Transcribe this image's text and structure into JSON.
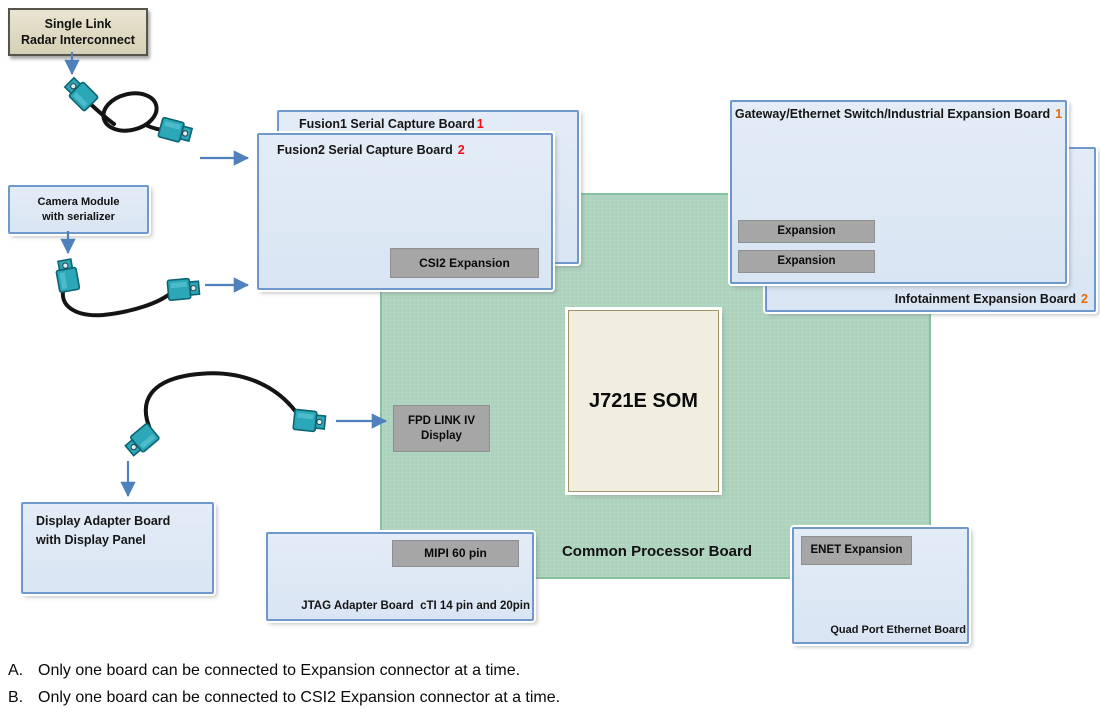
{
  "boxes": {
    "radar": {
      "line1": "Single Link",
      "line2": "Radar Interconnect"
    },
    "camera": {
      "line1": "Camera Module",
      "line2": "with serializer"
    },
    "display_adapter": {
      "line1": "Display Adapter Board",
      "line2": "with Display Panel"
    }
  },
  "fusion_stack": {
    "board1": {
      "title": "Fusion1 Serial Capture Board",
      "number": "1"
    },
    "board2": {
      "title": "Fusion2 Serial Capture Board",
      "number": "2"
    },
    "csi2_button": "CSI2 Expansion"
  },
  "gateway_stack": {
    "board1": {
      "title": "Gateway/Ethernet Switch/Industrial Expansion Board",
      "number": "1"
    },
    "board2": {
      "title": "Infotainment Expansion Board",
      "number": "2"
    },
    "expansion_buttons": [
      "Expansion",
      "Expansion"
    ]
  },
  "processor_board": {
    "label": "Common Processor Board",
    "som_label": "J721E SOM",
    "fpd_button": {
      "line1": "FPD LINK IV",
      "line2": "Display"
    }
  },
  "jtag_board": {
    "mipi_button": "MIPI 60 pin",
    "label": "JTAG Adapter Board  cTI 14 pin and 20pin"
  },
  "ethernet_board": {
    "enet_button": "ENET Expansion",
    "label": "Quad Port Ethernet Board"
  },
  "footnotes": [
    {
      "marker": "A.",
      "text": "Only one board can be connected to Expansion connector at a time."
    },
    {
      "marker": "B.",
      "text": "Only one board can be connected to CSI2 Expansion connector at a time."
    }
  ],
  "colors": {
    "arrow_blue": "#4f81bd",
    "board_border_blue": "#6f99cc",
    "board_fill_blue": "#dce7f3",
    "cpb_green": "#abd3bc",
    "gray_button": "#a6a6a6",
    "radar_tan": "#dcd7bf",
    "som_cream": "#f1eee0",
    "fusion_number_red": "#ee1111",
    "expansion_number_orange": "#e36c09",
    "connector_teal": "#2ba7b8"
  }
}
